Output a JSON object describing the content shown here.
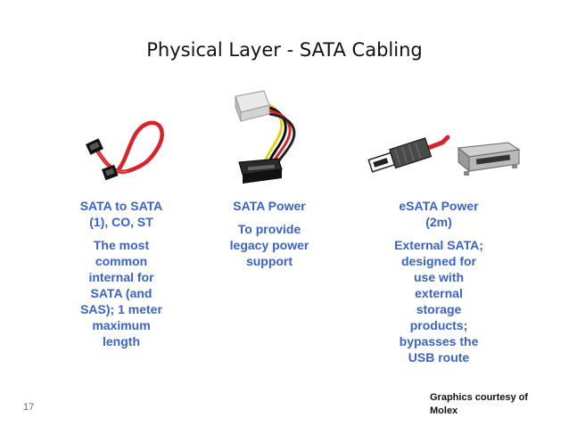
{
  "slide": {
    "title": "Physical Layer - SATA Cabling",
    "page_number": "17",
    "credit_line1": "Graphics courtesy of",
    "credit_line2": "Molex"
  },
  "columns": [
    {
      "head": [
        "SATA to SATA",
        "(1), CO, ST"
      ],
      "body": [
        "The most",
        "common",
        "internal for",
        "SATA (and",
        "SAS); 1 meter",
        "maximum",
        "length"
      ]
    },
    {
      "head": [
        "SATA Power"
      ],
      "body": [
        "To provide",
        "legacy power",
        "support"
      ]
    },
    {
      "head": [
        "eSATA Power",
        "(2m)"
      ],
      "body": [
        "External SATA;",
        "designed for",
        "use with",
        "external",
        "storage",
        "products;",
        "bypasses the",
        "USB route"
      ]
    }
  ],
  "images": {
    "cable1": "sata-to-sata-cable",
    "cable2": "sata-power-cable",
    "cable3": "esata-connector"
  }
}
